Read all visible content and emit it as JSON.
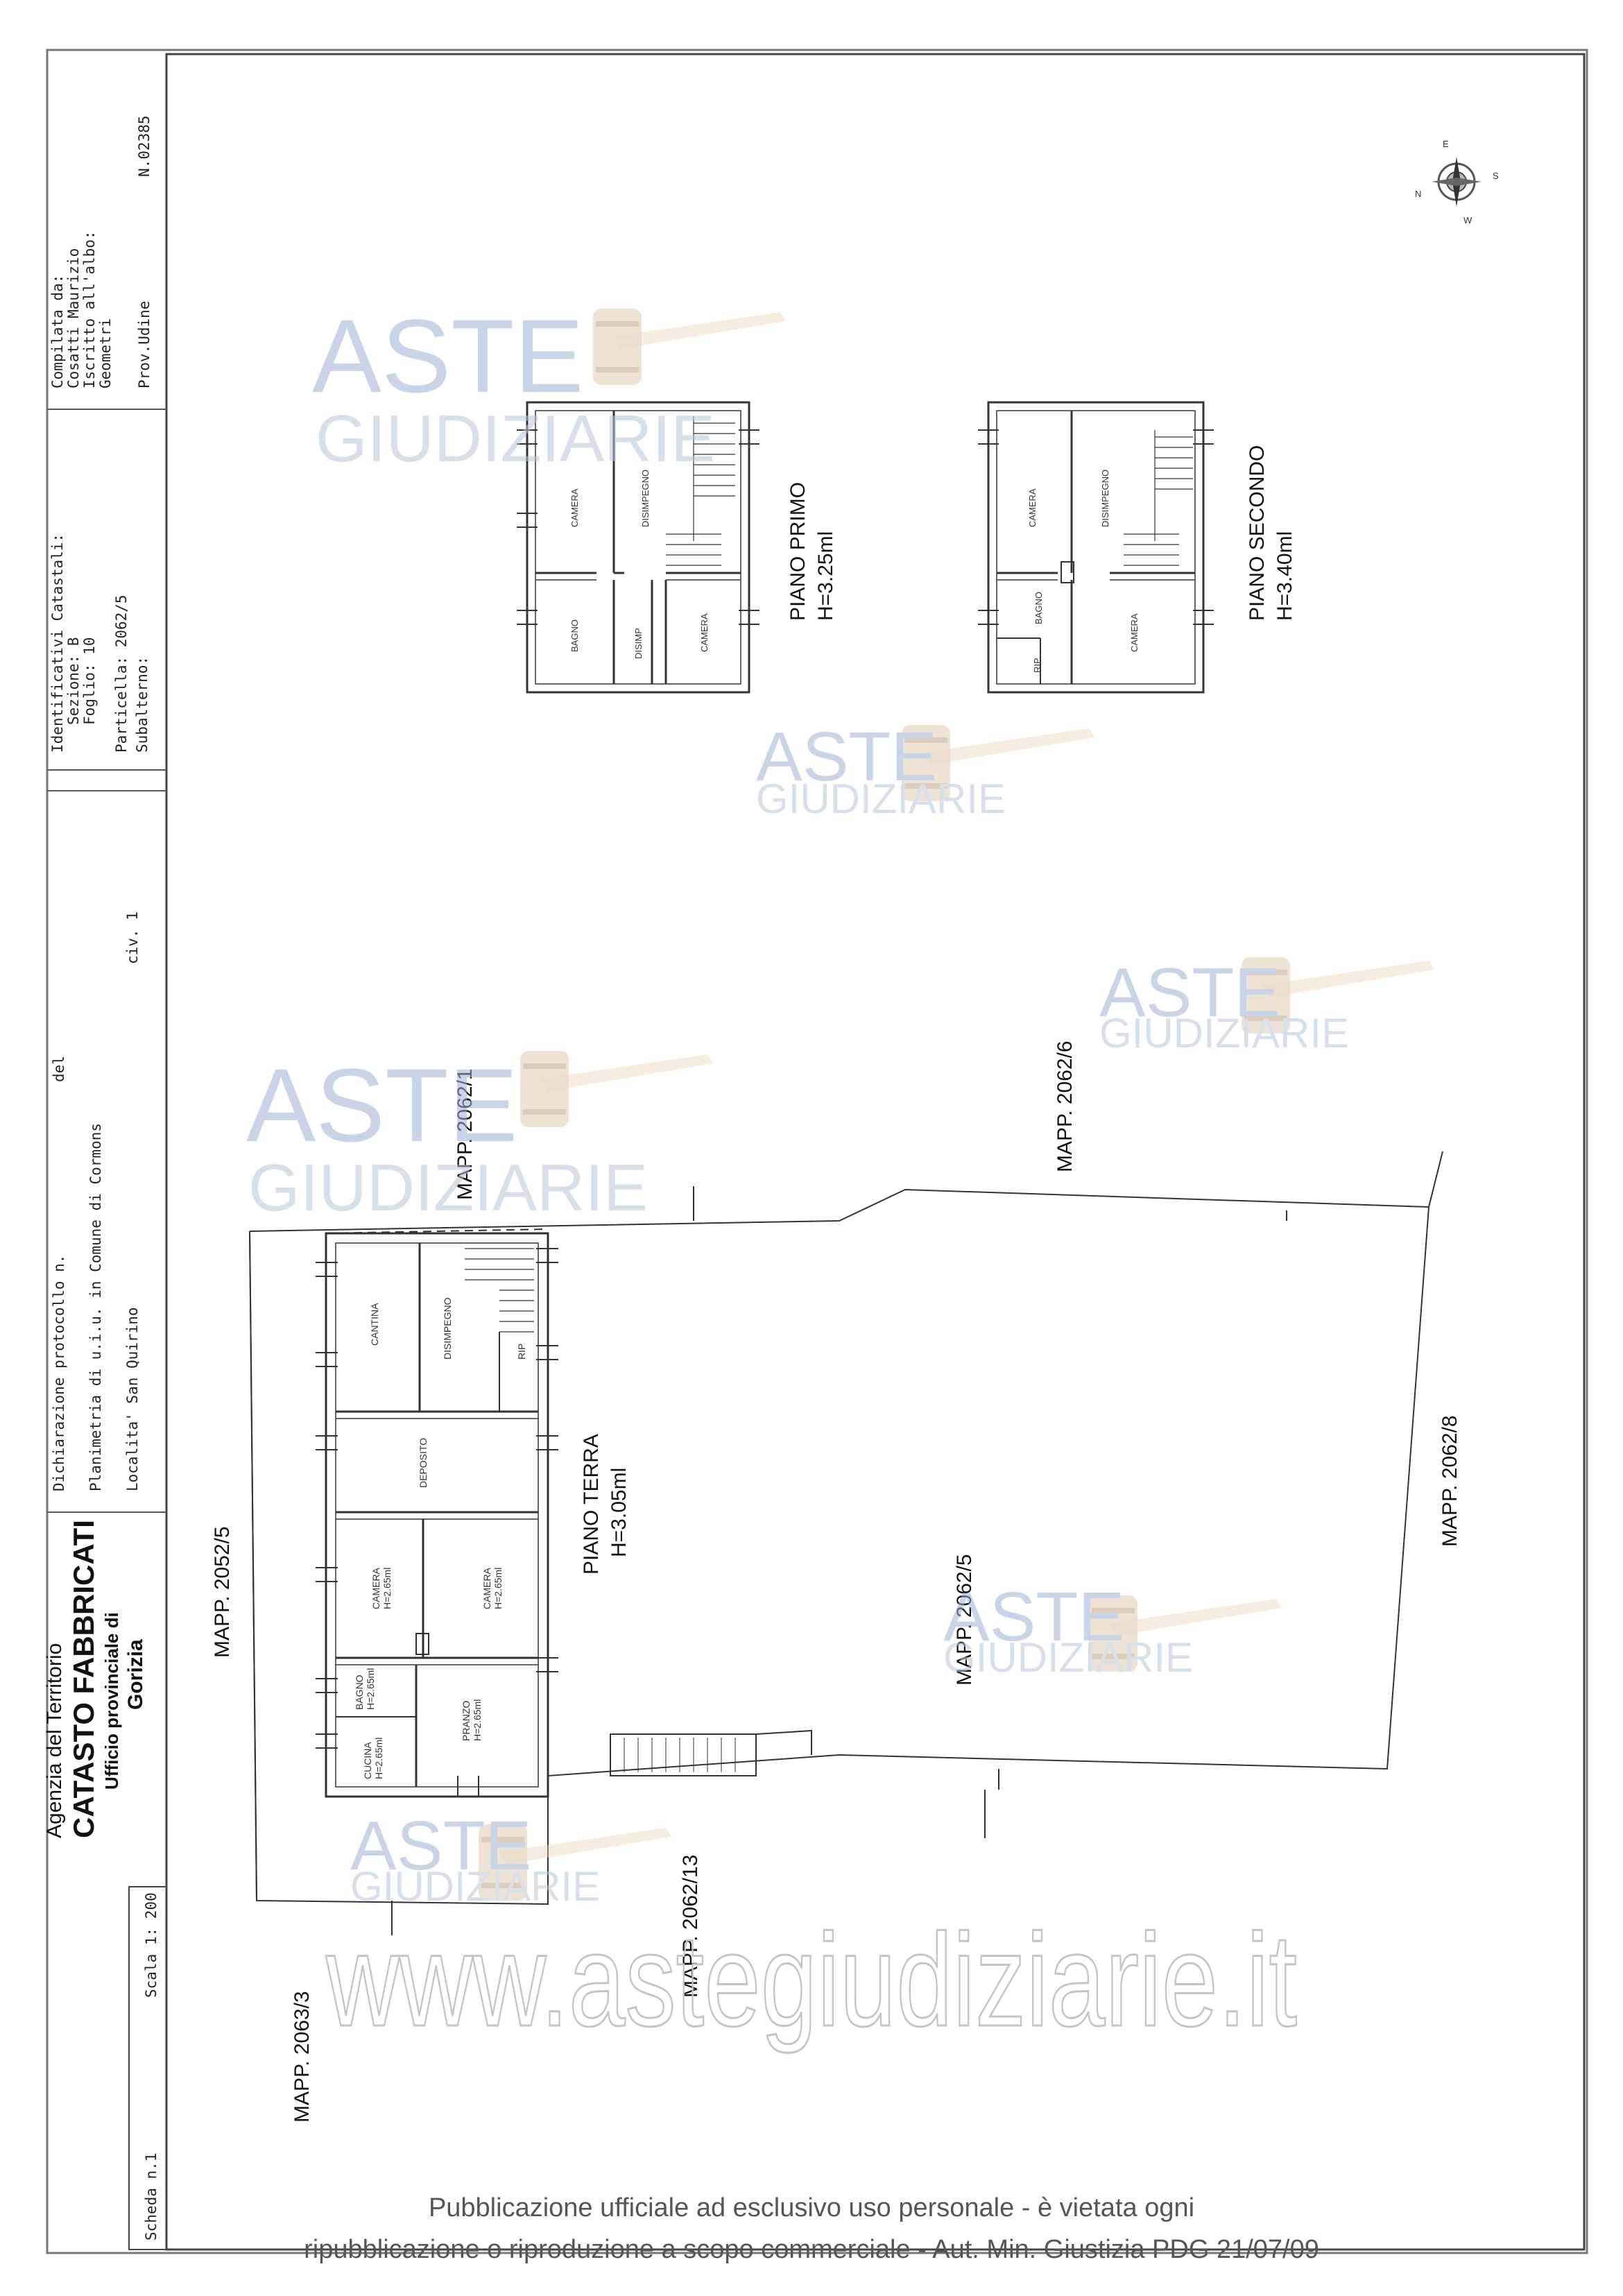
{
  "header": {
    "compilata": [
      "Compilata da:",
      "Cosatti Maurizio",
      "Iscritto all'albo:",
      "Geometri",
      "Prov.Udine"
    ],
    "numero": "N.02385",
    "identificativi": [
      "Identificativi Catastali:",
      "Sezione: B",
      "Foglio: 10",
      "Particella: 2062/5",
      "Subalterno:"
    ],
    "dichiarazione": "Dichiarazione protocollo n.",
    "del": "del",
    "planimetria": "Planimetria di u.i.u. in Comune di Cormons",
    "localita": "Localita' San Quirino",
    "civ": "civ.   1",
    "agency_1": "Agenzia del Territorio",
    "agency_2": "CATASTO FABBRICATI",
    "agency_3": "Ufficio provinciale di",
    "agency_4": "Gorizia",
    "scheda": "Scheda n.1",
    "scala": "Scala 1: 200"
  },
  "compass": {
    "n": "N",
    "e": "E",
    "s": "S",
    "w": "W"
  },
  "floors": {
    "primo": {
      "title": "PIANO PRIMO",
      "height": "H=3.25ml",
      "rooms": [
        "CAMERA",
        "DISIMPEGNO",
        "BAGNO",
        "DISIMP",
        "CAMERA"
      ]
    },
    "secondo": {
      "title": "PIANO SECONDO",
      "height": "H=3.40ml",
      "rooms": [
        "CAMERA",
        "DISIMPEGNO",
        "BAGNO",
        "RIP.",
        "CAMERA"
      ]
    },
    "terra": {
      "title": "PIANO TERRA",
      "height": "H=3.05ml",
      "rooms": {
        "cantina": "CANTINA",
        "disimpegno": "DISIMPEGNO",
        "rip": "RIP",
        "deposito": "DEPOSITO",
        "camera1": "CAMERA",
        "camera1_h": "H=2.65ml",
        "camera2": "CAMERA",
        "camera2_h": "H=2.65ml",
        "bagno": "BAGNO",
        "bagno_h": "H=2.65ml",
        "pranzo": "PRANZO",
        "pranzo_h": "H=2.65ml",
        "cucina": "CUCINA",
        "cucina_h": "H=2.65ml"
      }
    }
  },
  "mapp": {
    "m1": "MAPP. 2062/1",
    "m6": "MAPP. 2062/6",
    "m8": "MAPP. 2062/8",
    "m5": "MAPP. 2062/5",
    "m2052": "MAPP. 2052/5",
    "m13": "MAPP. 2062/13",
    "m2063": "MAPP. 2063/3"
  },
  "watermark": {
    "aste": "ASTE",
    "giudiziarie": "GIUDIZIARIE",
    "url": "www.astegiudiziarie.it"
  },
  "footer": {
    "line1": "Pubblicazione ufficiale ad esclusivo uso personale - è vietata ogni",
    "line2": "ripubblicazione o riproduzione a scopo commerciale - Aut. Min. Giustizia PDG 21/07/09"
  }
}
